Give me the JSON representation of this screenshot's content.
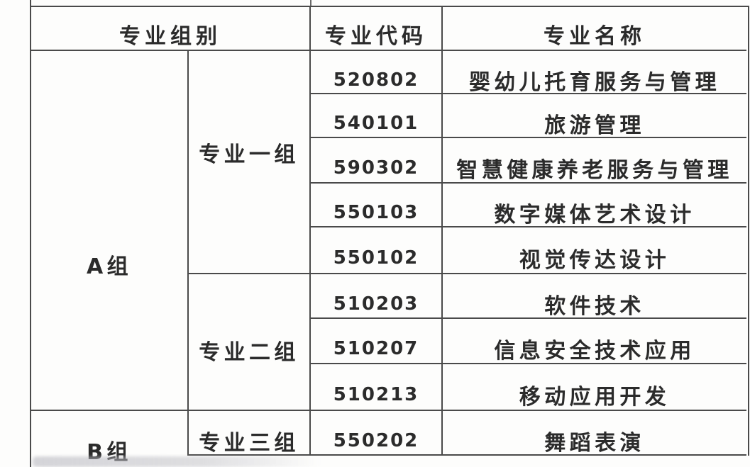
{
  "table": {
    "headers": {
      "group": "专业组别",
      "code": "专业代码",
      "name": "专业名称"
    },
    "groups": [
      {
        "label": "A组",
        "subgroups": [
          {
            "label": "专业一组",
            "majors": [
              {
                "code": "520802",
                "name": "婴幼儿托育服务与管理"
              },
              {
                "code": "540101",
                "name": "旅游管理"
              },
              {
                "code": "590302",
                "name": "智慧健康养老服务与管理"
              },
              {
                "code": "550103",
                "name": "数字媒体艺术设计"
              },
              {
                "code": "550102",
                "name": "视觉传达设计"
              }
            ]
          },
          {
            "label": "专业二组",
            "majors": [
              {
                "code": "510203",
                "name": "软件技术"
              },
              {
                "code": "510207",
                "name": "信息安全技术应用"
              },
              {
                "code": "510213",
                "name": "移动应用开发"
              }
            ]
          }
        ]
      },
      {
        "label": "B组",
        "subgroups": [
          {
            "label": "专业三组",
            "majors": [
              {
                "code": "550202",
                "name": "舞蹈表演"
              }
            ]
          }
        ]
      }
    ]
  },
  "colors": {
    "text": "#2b2b2b",
    "border": "#4a4a4a",
    "background": "#fdfdfc"
  }
}
